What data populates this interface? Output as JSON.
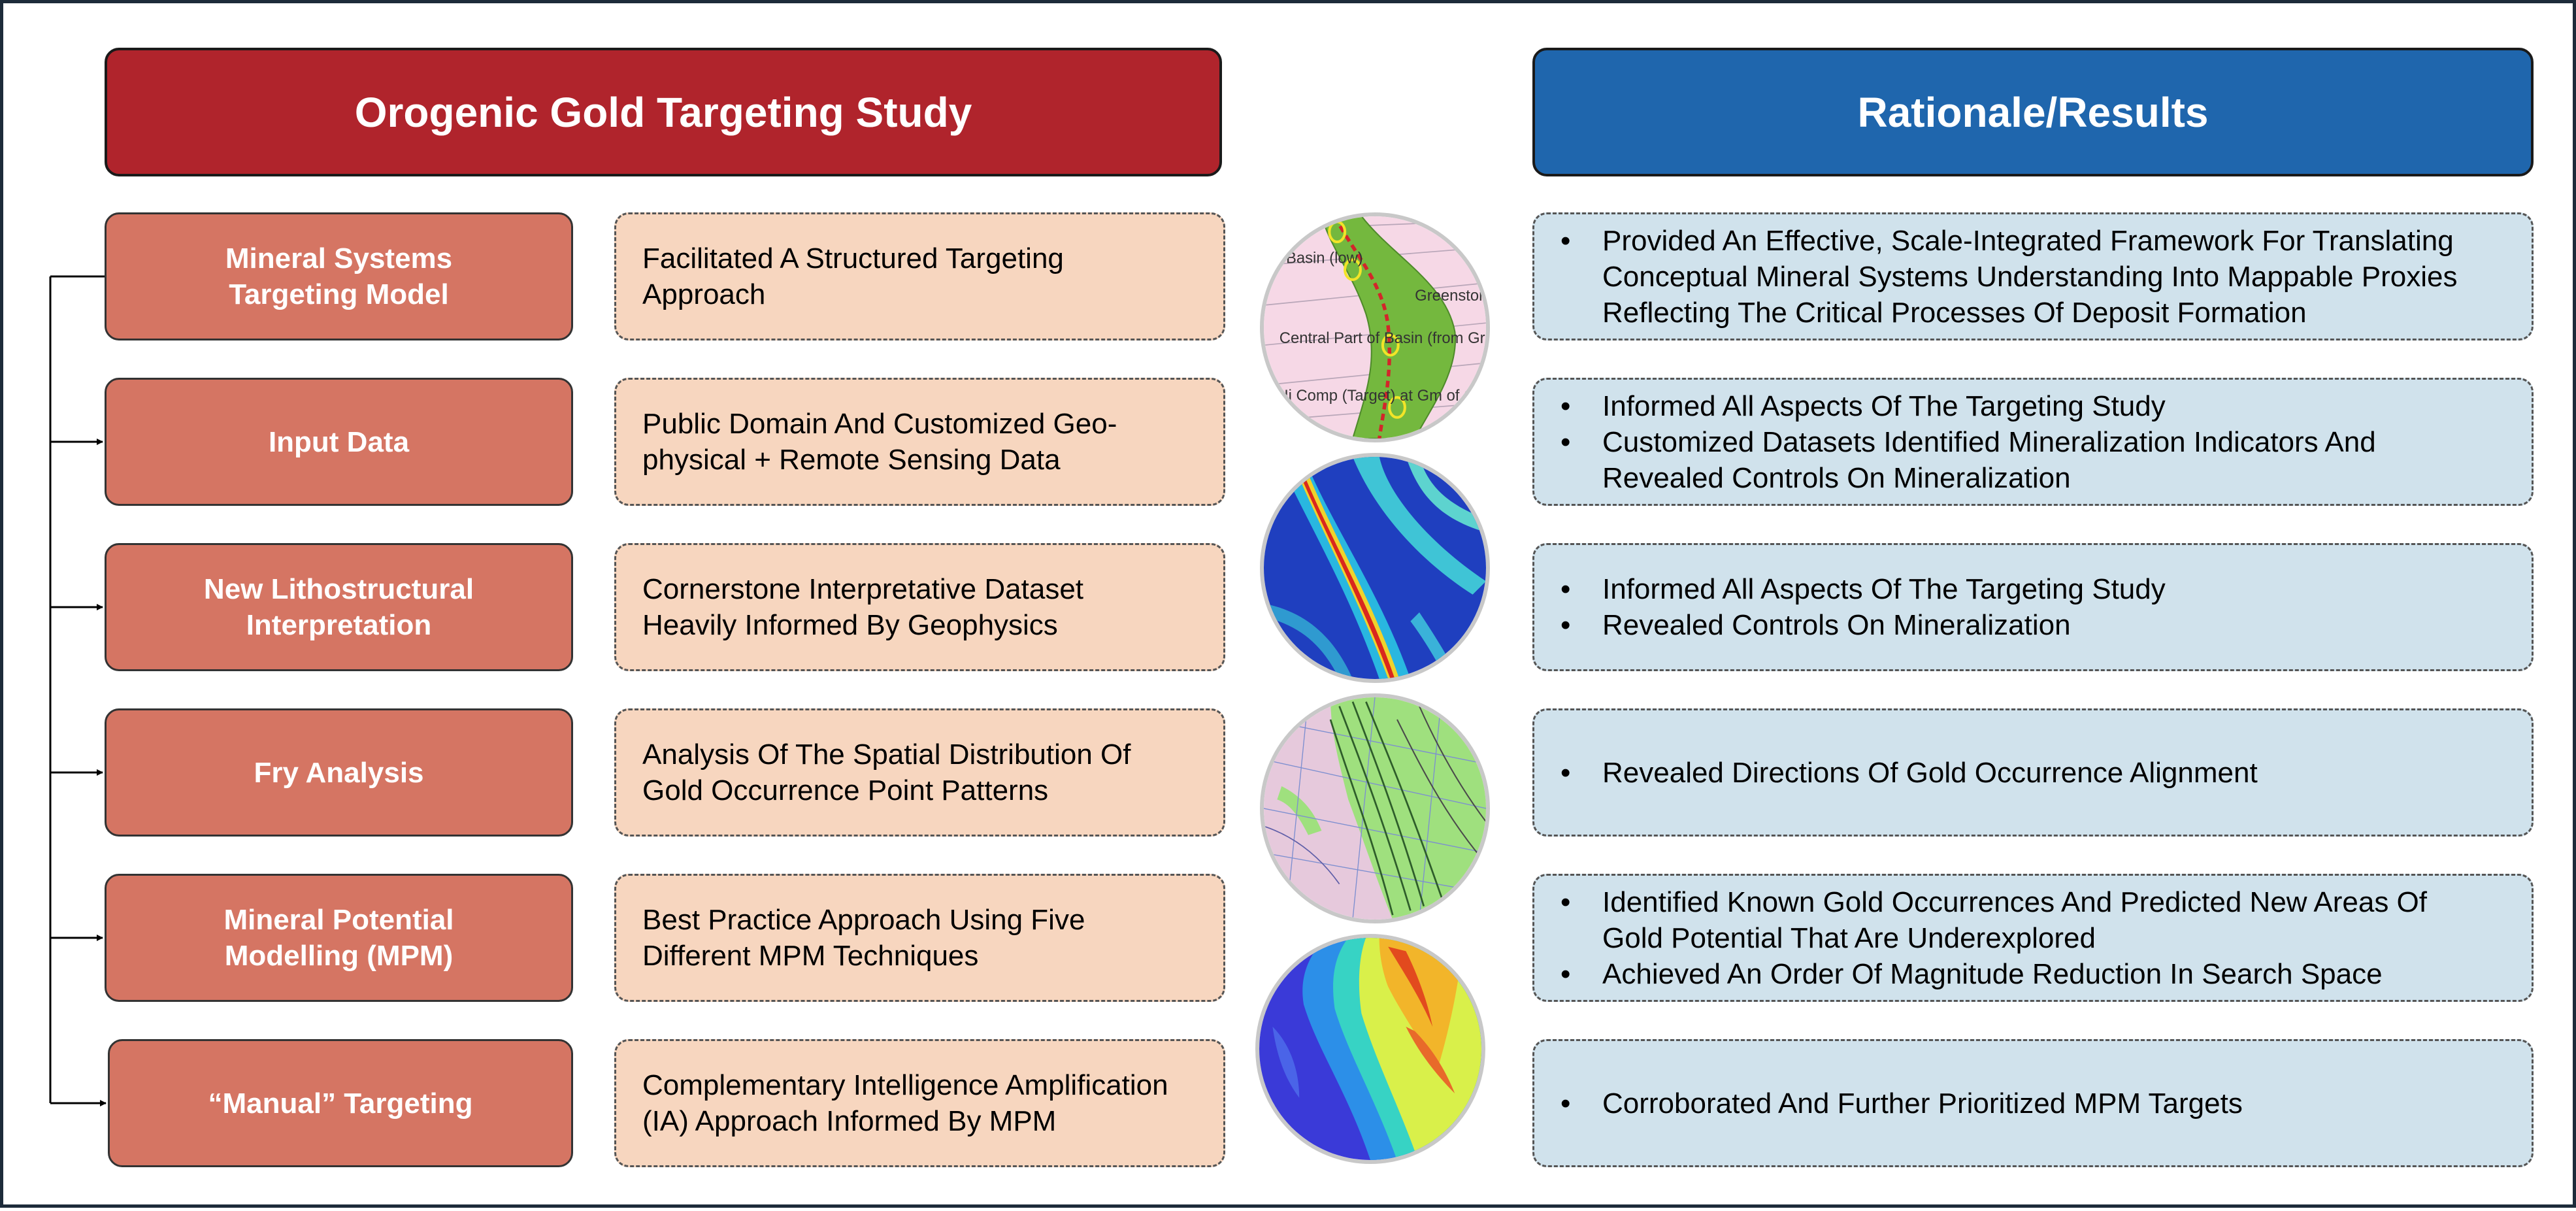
{
  "headers": {
    "left": "Orogenic Gold Targeting Study",
    "right": "Rationale/Results"
  },
  "rows": [
    {
      "stage": "Mineral Systems\nTargeting Model",
      "description": "Facilitated A Structured Targeting\nApproach",
      "results": [
        "Provided An Effective, Scale-Integrated Framework For Translating\nConceptual Mineral Systems Understanding Into Mappable Proxies\nReflecting The Critical Processes Of Deposit Formation"
      ]
    },
    {
      "stage": "Input Data",
      "description": "Public Domain And Customized Geo-\nphysical + Remote Sensing Data",
      "results": [
        "Informed All Aspects Of The Targeting Study",
        "Customized Datasets Identified Mineralization Indicators And\nRevealed Controls On Mineralization"
      ]
    },
    {
      "stage": "New Lithostructural\nInterpretation",
      "description": "Cornerstone Interpretative Dataset\nHeavily Informed By Geophysics",
      "results": [
        "Informed All Aspects Of The Targeting Study",
        "Revealed Controls On Mineralization"
      ]
    },
    {
      "stage": "Fry Analysis",
      "description": "Analysis Of The Spatial Distribution Of\nGold Occurrence Point Patterns",
      "results": [
        "Revealed Directions Of Gold Occurrence Alignment"
      ]
    },
    {
      "stage": "Mineral Potential\nModelling (MPM)",
      "description": "Best Practice Approach Using Five\nDifferent MPM Techniques",
      "results": [
        "Identified Known Gold Occurrences And Predicted New Areas Of\nGold Potential That Are Underexplored",
        "Achieved An Order Of Magnitude Reduction In Search Space"
      ]
    },
    {
      "stage": "“Manual” Targeting",
      "description": "Complementary Intelligence Amplification\n(IA) Approach Informed By MPM",
      "results": [
        "Corroborated And Further Prioritized MPM Targets"
      ]
    }
  ],
  "thumbnails": {
    "model_map_labels": [
      "Basin (low)",
      "Central Part of Basin (from Gravity)",
      "Greenstone Belt",
      "Hi Comp (Target) at Gm of Gravity Gradient and"
    ]
  },
  "colors": {
    "header_left": "#b0242c",
    "header_right": "#1f66ad",
    "stage_box": "#d57563",
    "description_box": "#f7d6bf",
    "result_box": "#d0e2ec"
  }
}
